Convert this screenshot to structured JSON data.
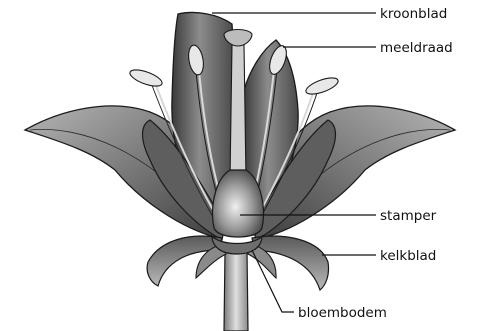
{
  "labels": {
    "petal": "kroonblad",
    "stamen": "meeldraad",
    "pistil": "stamper",
    "sepal": "kelkblad",
    "receptacle": "bloembodem"
  },
  "colors": {
    "outline": "#1a1a1a",
    "dark": "#3c3c3c",
    "mid": "#808080",
    "light": "#d4d4d4",
    "highlight": "#f2f2f2",
    "leader": "#111111"
  }
}
